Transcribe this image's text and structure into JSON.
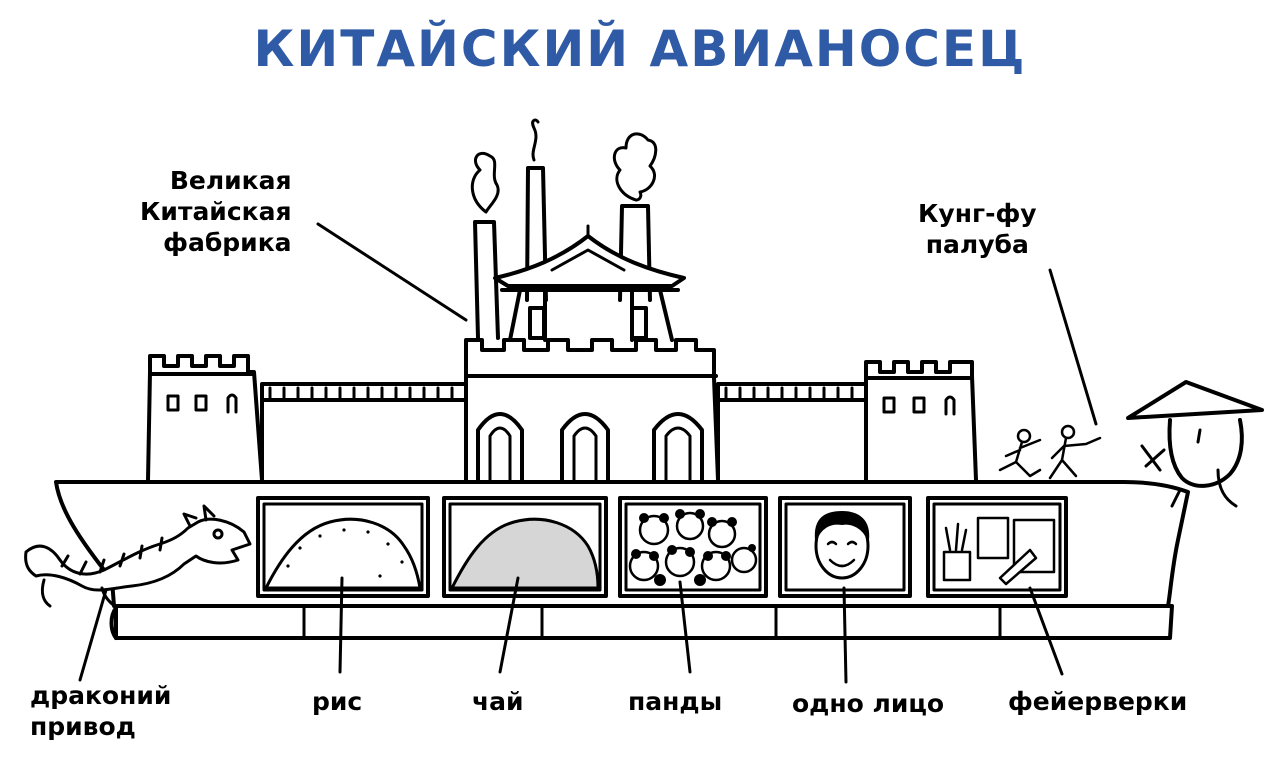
{
  "title": "КИТАЙСКИЙ АВИАНОСЕЦ",
  "colors": {
    "title": "#2f5aa6",
    "ink": "#000000",
    "tea": "#d6d6d6"
  },
  "labels": {
    "factory": [
      "Великая",
      "Китайская",
      "фабрика"
    ],
    "kungfu_deck": [
      "Кунг-фу",
      "палуба"
    ],
    "dragon_drive": [
      "драконий",
      "привод"
    ],
    "rice": "рис",
    "tea": "чай",
    "pandas": "панды",
    "one_face": "одно лицо",
    "fireworks": "фейерверки"
  },
  "icons": [
    "dragon-icon",
    "rice-pile-icon",
    "tea-pile-icon",
    "pandas-icon",
    "face-icon",
    "fireworks-icon",
    "kung-fu-fighters-icon",
    "chinese-man-figurehead-icon",
    "smokestack-icon",
    "pagoda-icon",
    "great-wall-icon"
  ]
}
